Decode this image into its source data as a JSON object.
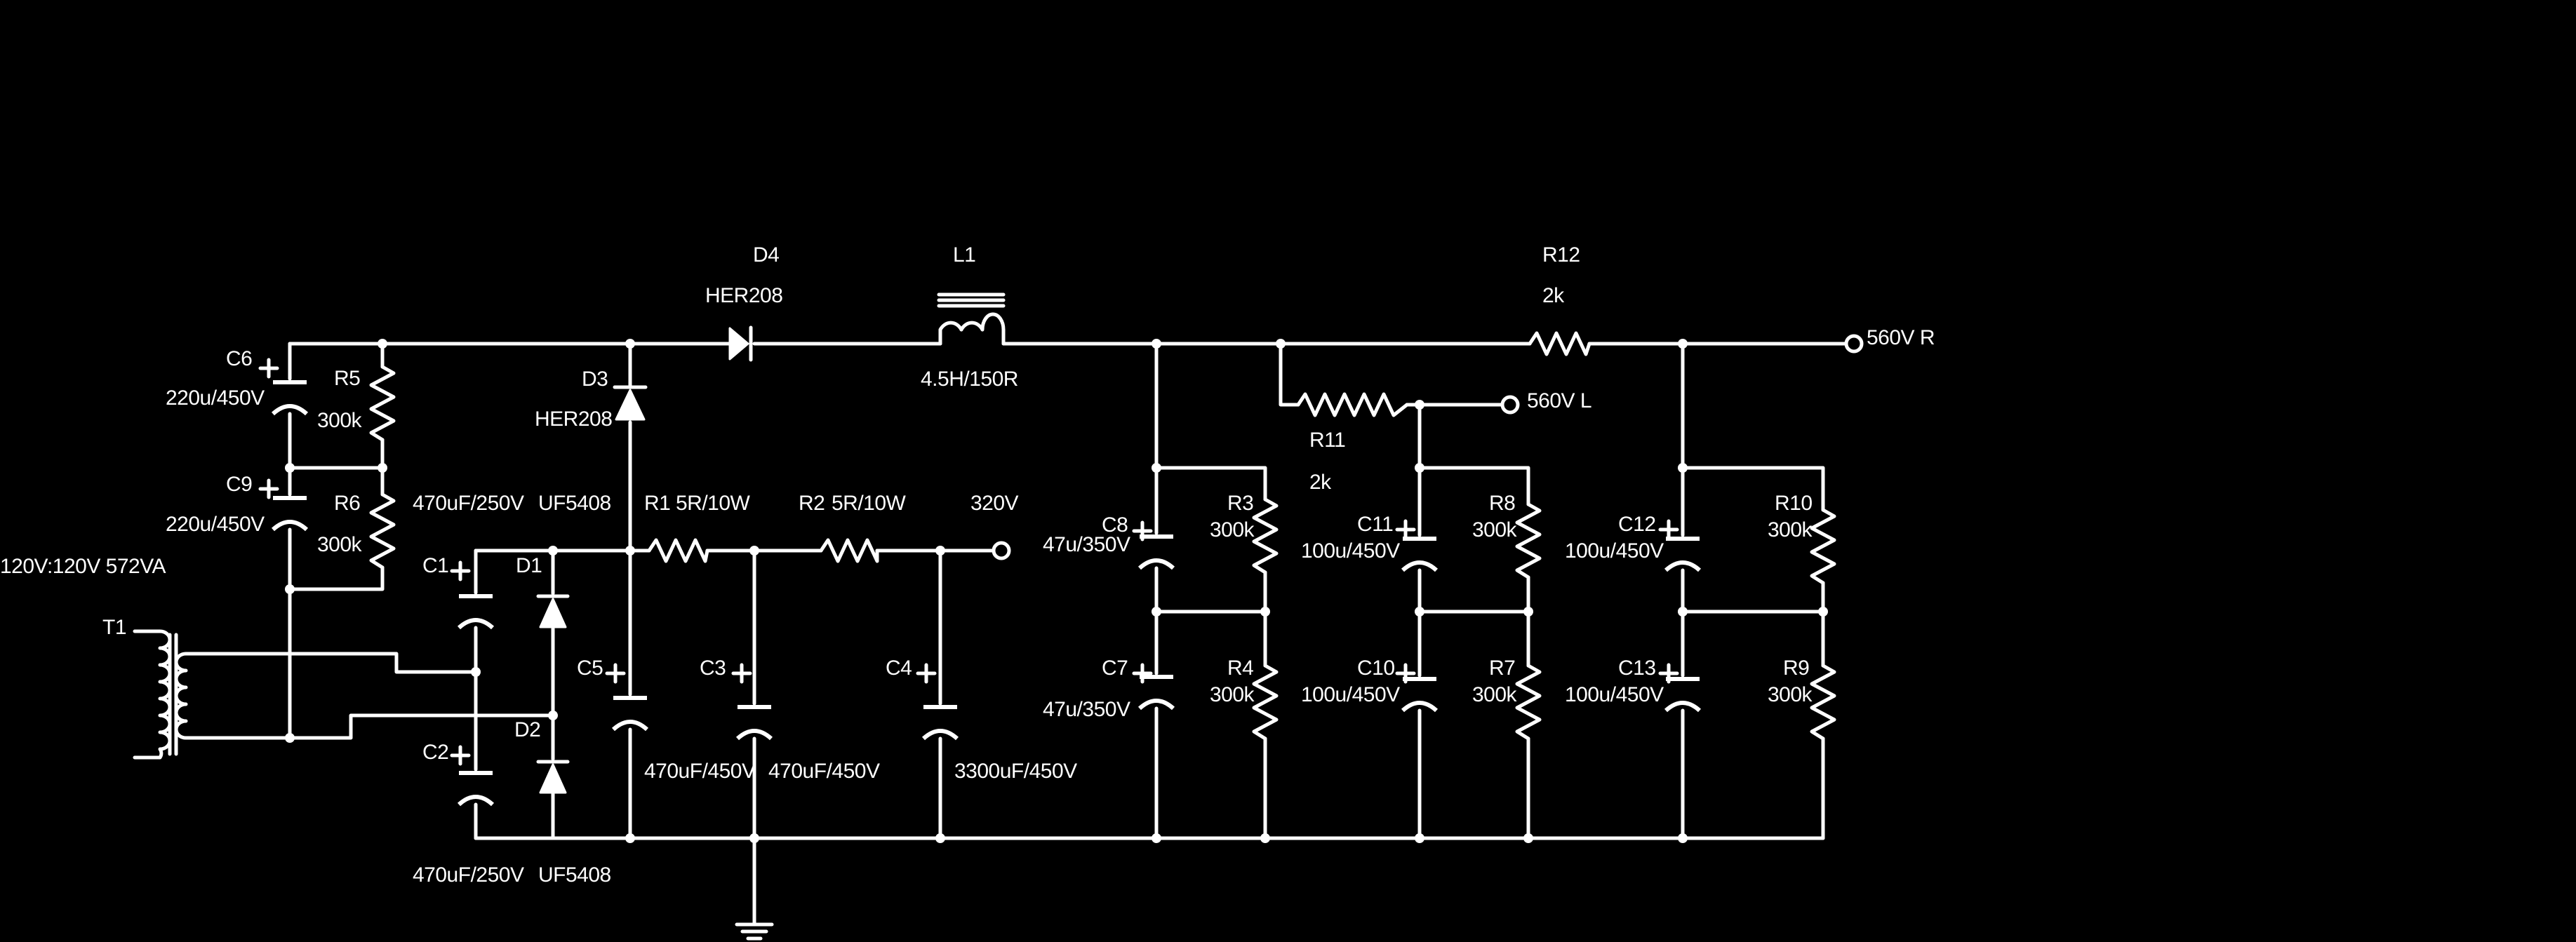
{
  "labels": {
    "T1": "T1",
    "T1_spec": "120V:120V 572VA",
    "C6": "C6",
    "C6_val": "220u/450V",
    "C9": "C9",
    "C9_val": "220u/450V",
    "R5": "R5",
    "R5_val": "300k",
    "R6": "R6",
    "R6_val": "300k",
    "C1": "C1",
    "C1_val": "470uF/250V",
    "C2": "C2",
    "C2_val": "470uF/250V",
    "D1": "D1",
    "D1_val": "UF5408",
    "D2": "D2",
    "D2_val": "UF5408",
    "D3": "D3",
    "D3_val": "HER208",
    "D4": "D4",
    "D4_val": "HER208",
    "R1": "R1",
    "R1_val": "5R/10W",
    "R2": "R2",
    "R2_val": "5R/10W",
    "C5": "C5",
    "C5_val": "470uF/450V",
    "C3": "C3",
    "C3_val": "470uF/450V",
    "C4": "C4",
    "C4_val": "3300uF/450V",
    "out_320": "320V",
    "L1": "L1",
    "L1_val": "4.5H/150R",
    "C8": "C8",
    "C8_val": "47u/350V",
    "C7": "C7",
    "C7_val": "47u/350V",
    "R3": "R3",
    "R3_val": "300k",
    "R4": "R4",
    "R4_val": "300k",
    "R11": "R11",
    "R11_val": "2k",
    "out_560L": "560V L",
    "C11": "C11",
    "C11_val": "100u/450V",
    "C10": "C10",
    "C10_val": "100u/450V",
    "R8": "R8",
    "R8_val": "300k",
    "R7": "R7",
    "R7_val": "300k",
    "R12": "R12",
    "R12_val": "2k",
    "out_560R": "560V R",
    "C12": "C12",
    "C12_val": "100u/450V",
    "C13": "C13",
    "C13_val": "100u/450V",
    "R10": "R10",
    "R10_val": "300k",
    "R9": "R9",
    "R9_val": "300k",
    "plus": "+"
  }
}
